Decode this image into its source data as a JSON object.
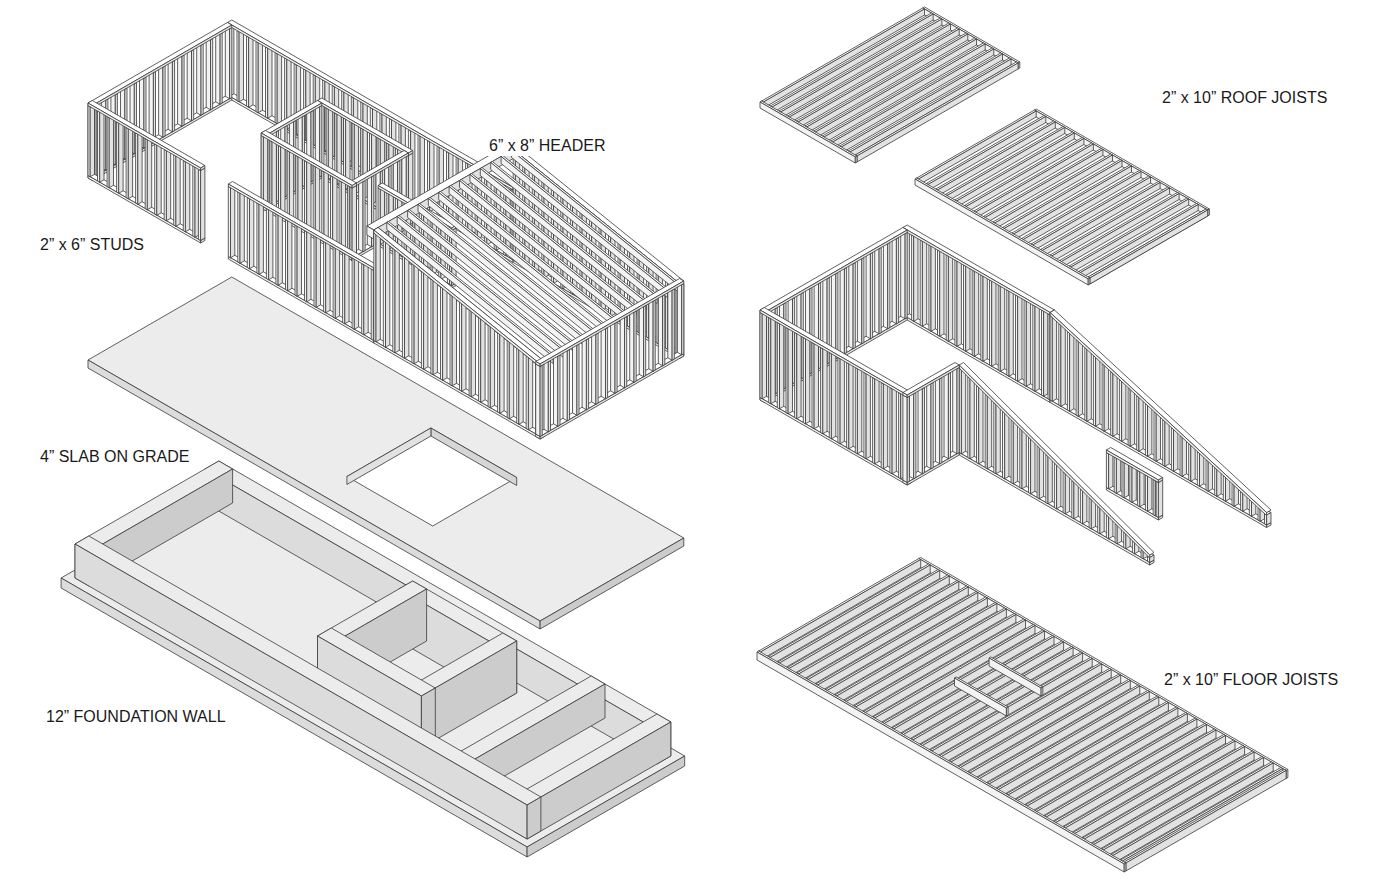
{
  "diagram": {
    "labels": [
      "6” x 8” HEADER",
      "2” x 10” ROOF JOISTS",
      "2” x 6” STUDS",
      "4” SLAB ON GRADE",
      "2” x 10” FLOOR JOISTS",
      "12” FOUNDATION WALL"
    ]
  }
}
